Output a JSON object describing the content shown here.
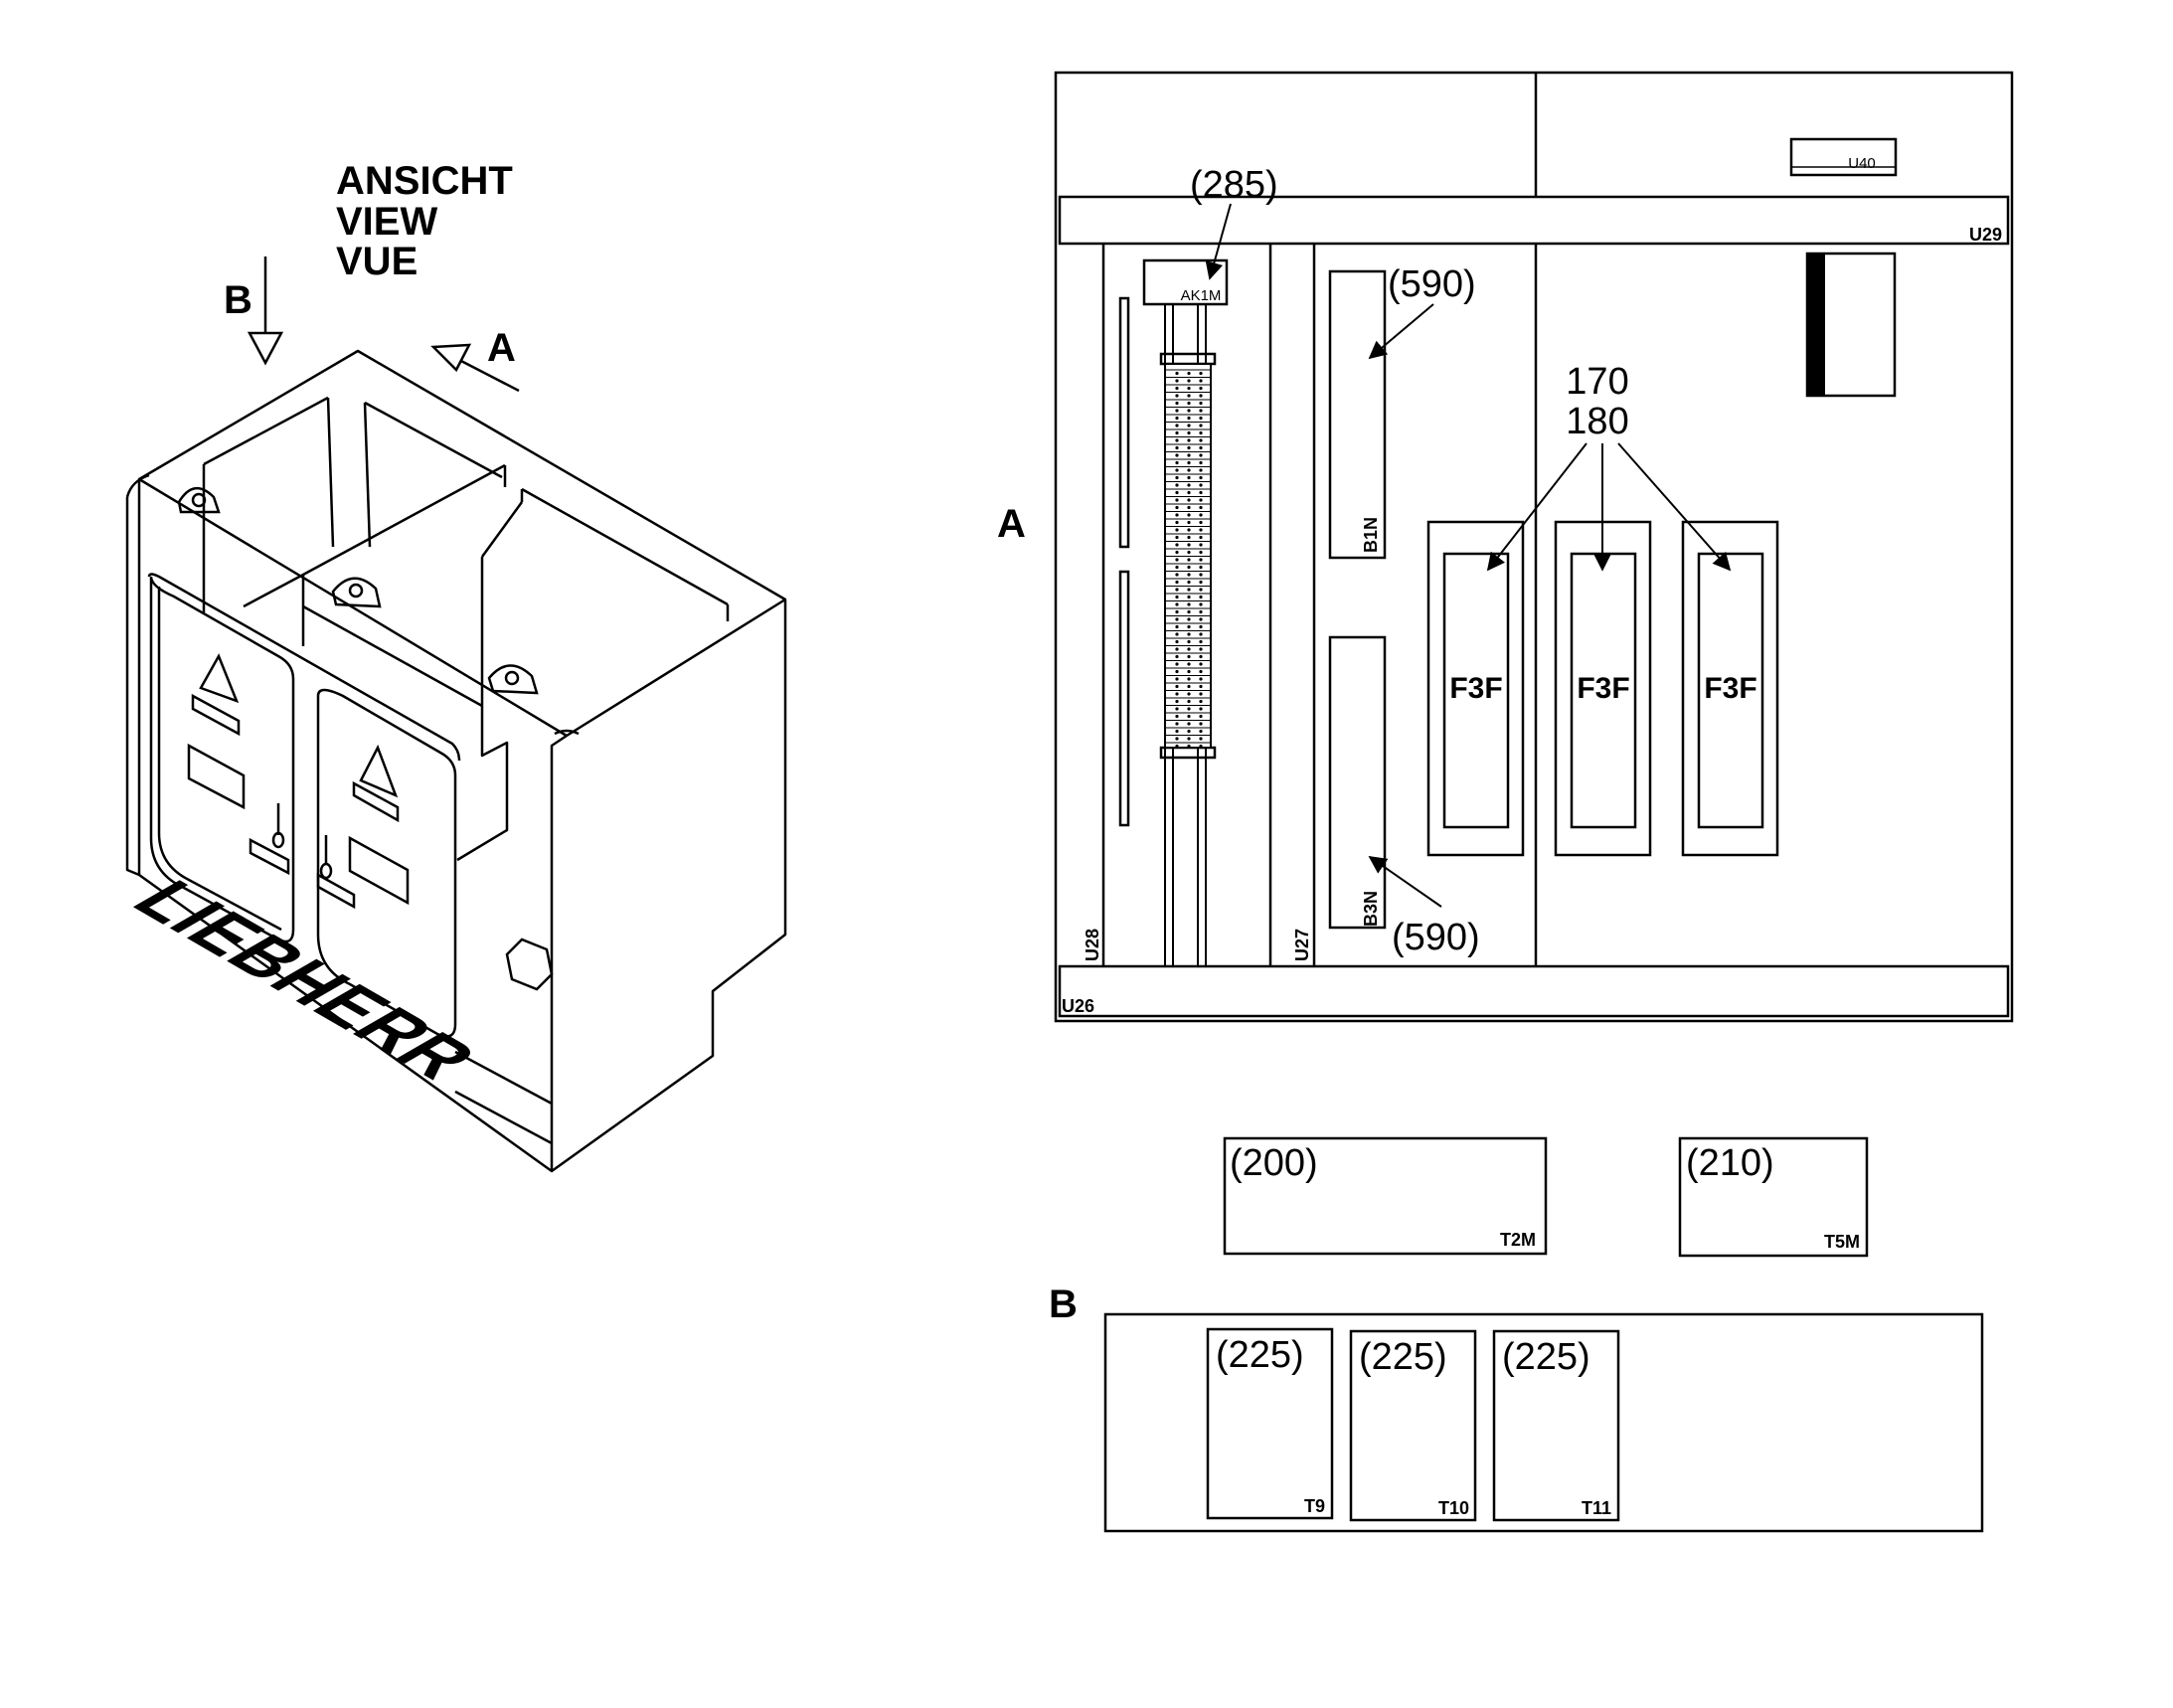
{
  "view_label": [
    "ANSICHT",
    "VIEW",
    "VUE"
  ],
  "arrow_a": "A",
  "arrow_b": "B",
  "brand": "LIEBHERR",
  "view_a": {
    "label": "A",
    "modules": {
      "u40": "U40",
      "u29": "U29",
      "u28": "U28",
      "u27": "U27",
      "u26": "U26"
    },
    "terminal_block": {
      "callout": "(285)",
      "code": "AK1M"
    },
    "b1n": {
      "callout": "(590)",
      "code": "B1N"
    },
    "b3n": {
      "callout": "(590)",
      "code": "B3N"
    },
    "fuse_callouts": [
      "170",
      "180"
    ],
    "fuses": [
      "F3F",
      "F3F",
      "F3F"
    ]
  },
  "t2m": {
    "callout": "(200)",
    "code": "T2M"
  },
  "t5m": {
    "callout": "(210)",
    "code": "T5M"
  },
  "view_b": {
    "label": "B",
    "transformers": [
      {
        "callout": "(225)",
        "code": "T9"
      },
      {
        "callout": "(225)",
        "code": "T10"
      },
      {
        "callout": "(225)",
        "code": "T11"
      }
    ]
  },
  "colors": {
    "line": "#000000",
    "background": "#ffffff"
  }
}
